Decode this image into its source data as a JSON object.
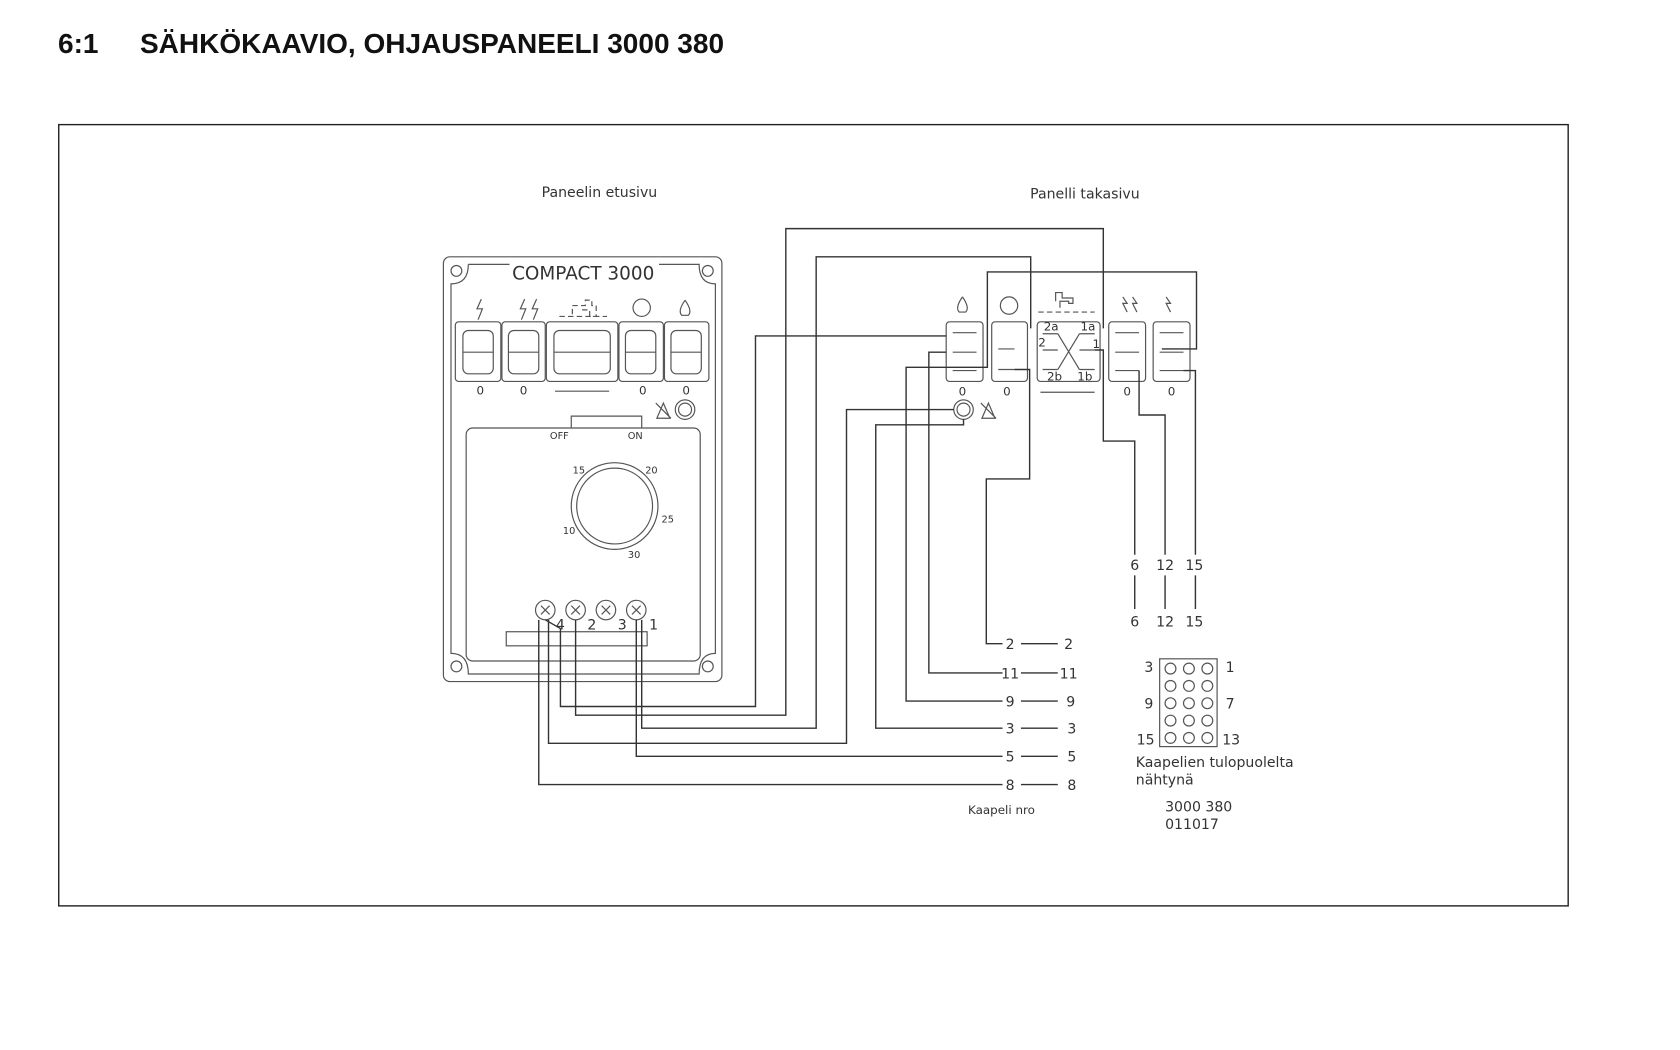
{
  "header": {
    "section_number": "6:1",
    "title": "SÄHKÖKAAVIO, OHJAUSPANEELI 3000 380"
  },
  "front": {
    "caption": "Paneelin etusivu",
    "brand": "COMPACT 3000",
    "switch_zero": "0",
    "thermostat": {
      "off": "OFF",
      "on": "ON",
      "scale": [
        "15",
        "20",
        "25",
        "10",
        "30"
      ]
    },
    "terminals": [
      "4",
      "2",
      "3",
      "1"
    ]
  },
  "back": {
    "caption": "Panelli takasivu",
    "switch_zero": "0",
    "contacts": [
      "2a",
      "1a",
      "2",
      "1",
      "2b",
      "1b"
    ]
  },
  "cables": {
    "left_numbers": [
      "2",
      "11",
      "9",
      "3",
      "5",
      "8"
    ],
    "right_numbers": [
      "2",
      "11",
      "9",
      "3",
      "5",
      "8"
    ],
    "top_numbers": [
      "6",
      "12",
      "15"
    ],
    "bottom_numbers": [
      "6",
      "12",
      "15"
    ],
    "label": "Kaapeli nro"
  },
  "connector": {
    "pins": [
      "3",
      "1",
      "9",
      "7",
      "15",
      "13"
    ],
    "caption_line1": "Kaapelien tulopuolelta",
    "caption_line2": "nähtynä",
    "code": "3000 380",
    "date": "011017"
  }
}
